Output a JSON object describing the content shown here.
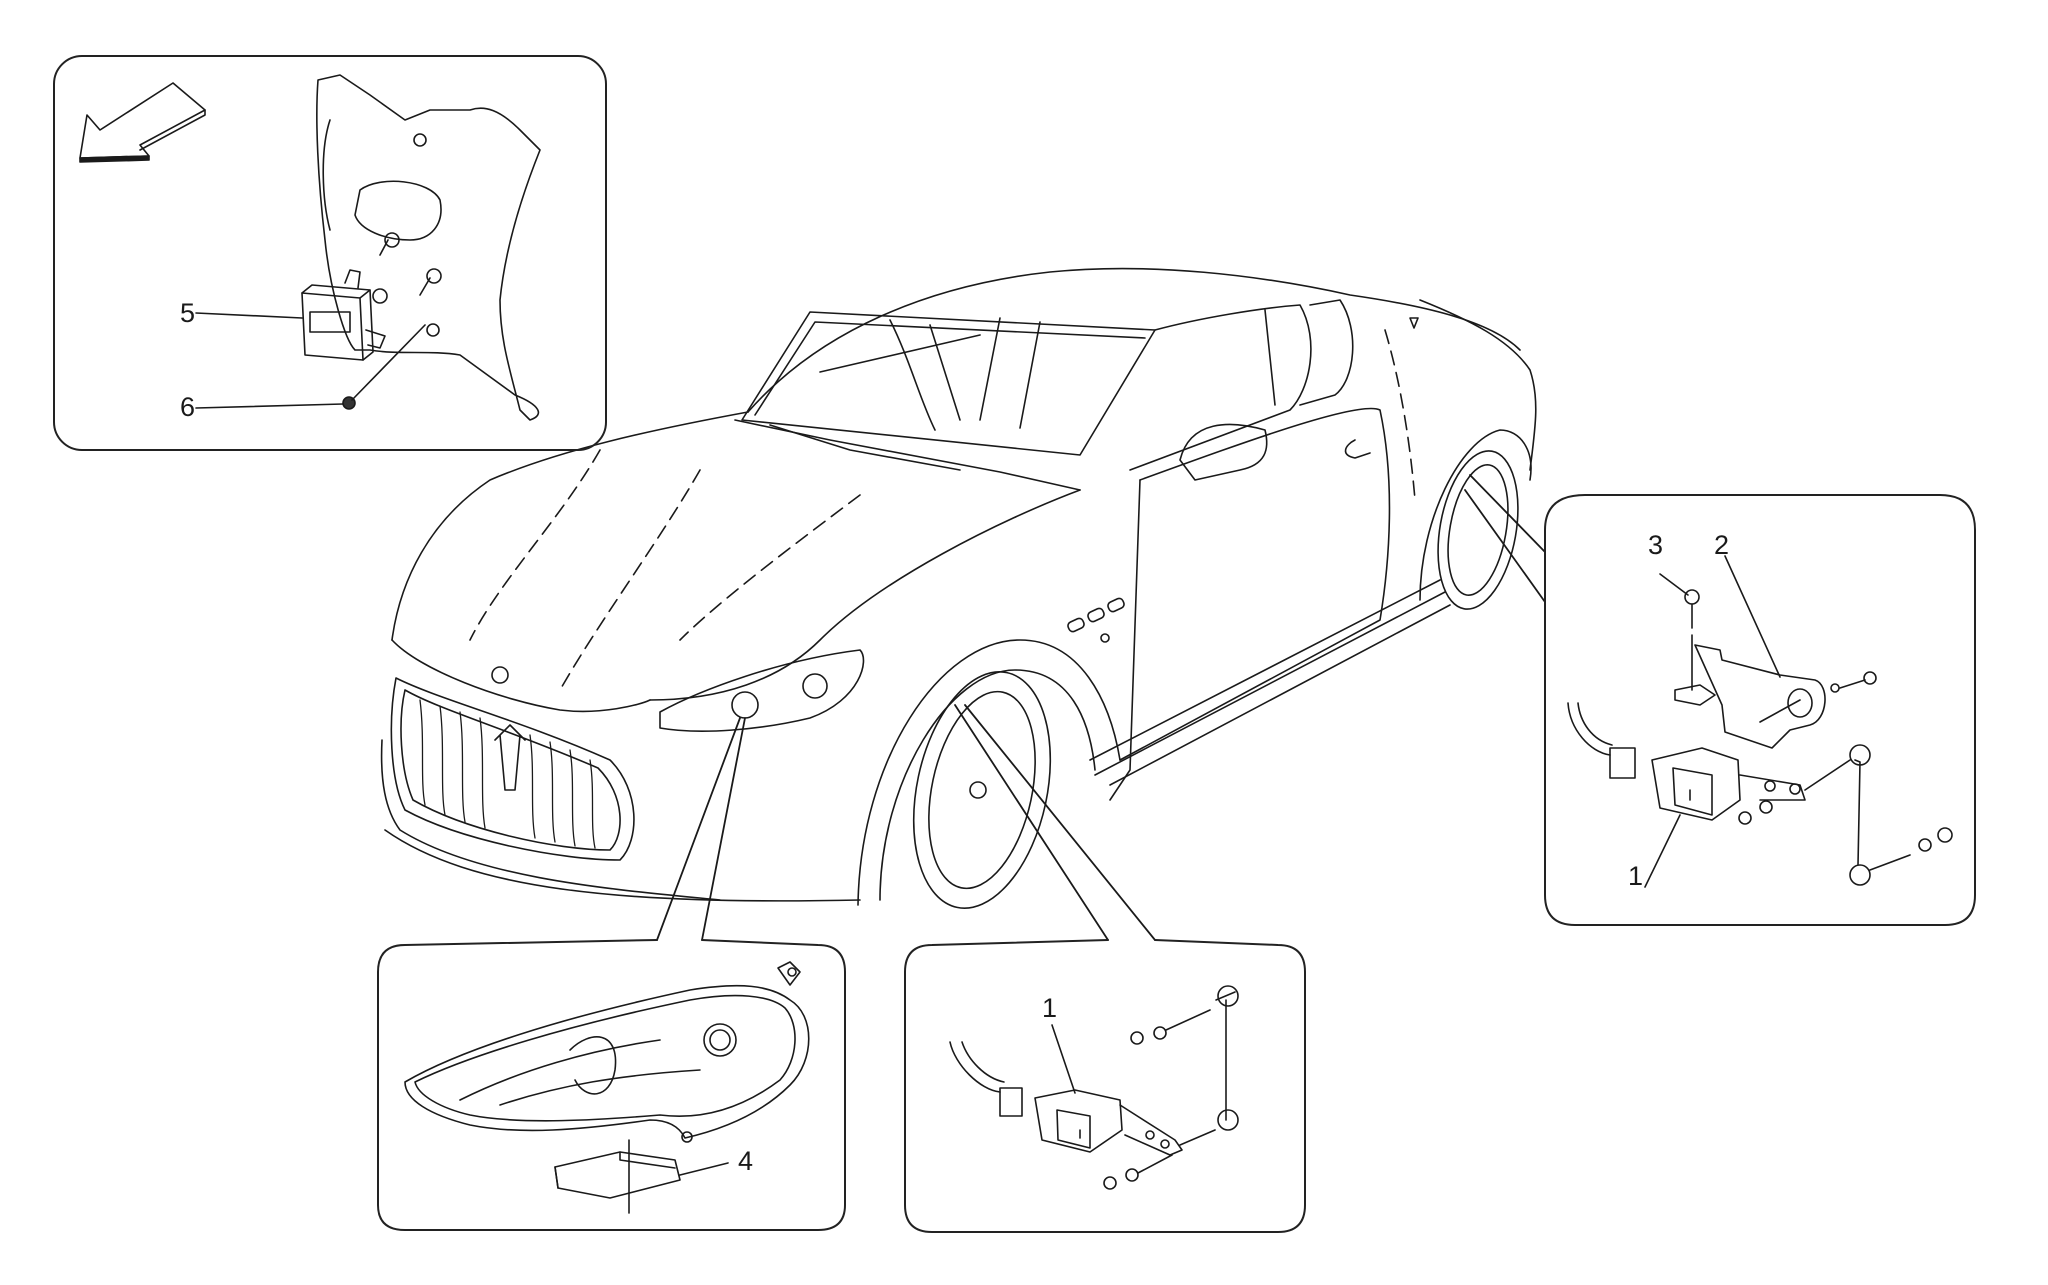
{
  "diagram": {
    "type": "exploded-parts-diagram",
    "subject": "headlight leveling system",
    "colors": {
      "line": "#1a1a1a",
      "background": "#ffffff",
      "panel_border": "#222222"
    }
  },
  "panels": [
    {
      "id": "control-unit-panel",
      "position": "top-left",
      "callouts": [
        {
          "number": "5",
          "part": "control unit"
        },
        {
          "number": "6",
          "part": "nut"
        }
      ],
      "direction_arrow": "front-direction-arrow"
    },
    {
      "id": "rear-sensor-panel",
      "position": "right",
      "callouts": [
        {
          "number": "3",
          "part": "screw"
        },
        {
          "number": "2",
          "part": "bracket"
        },
        {
          "number": "1",
          "part": "level sensor"
        }
      ]
    },
    {
      "id": "headlight-panel",
      "position": "bottom-left",
      "callouts": [
        {
          "number": "4",
          "part": "headlight control unit"
        }
      ]
    },
    {
      "id": "front-sensor-panel",
      "position": "bottom-center",
      "callouts": [
        {
          "number": "1",
          "part": "level sensor"
        }
      ]
    }
  ],
  "labels": {
    "p1_c5": "5",
    "p1_c6": "6",
    "p2_c3": "3",
    "p2_c2": "2",
    "p2_c1": "1",
    "p3_c4": "4",
    "p4_c1": "1"
  }
}
